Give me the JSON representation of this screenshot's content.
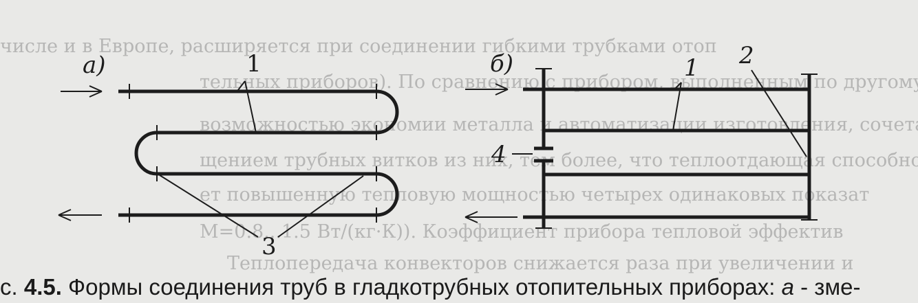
{
  "figure": {
    "panel_a_label": "а)",
    "panel_b_label": "б)",
    "callouts": {
      "a_1": "1",
      "a_3": "3",
      "b_1": "1",
      "b_2": "2",
      "b_4": "4"
    }
  },
  "background_text": [
    "числе и в Европе, расширяется при соединении гибкими трубками отоп",
    "тельных приборов). По сравнению с прибором, выполненным по другому",
    "возможностью экономии металла и автоматизации изготовления, сочета",
    "щением трубных витков из них, тем более, что теплоотдающая способность",
    "ет повышенную тепловую мощностью четырех одинаковых показат",
    "М=0.8...1.5 Вт/(кг·К)). Коэффициент прибора тепловой эффектив",
    "Теплопередача конвекторов снижается раза при увеличении и"
  ],
  "caption": {
    "prefix": "с.",
    "number": "4.5.",
    "text": " Формы соединения труб в гладкотрубных отопительных приборах: ",
    "italic_a": "а",
    "suffix": " - зме-"
  }
}
